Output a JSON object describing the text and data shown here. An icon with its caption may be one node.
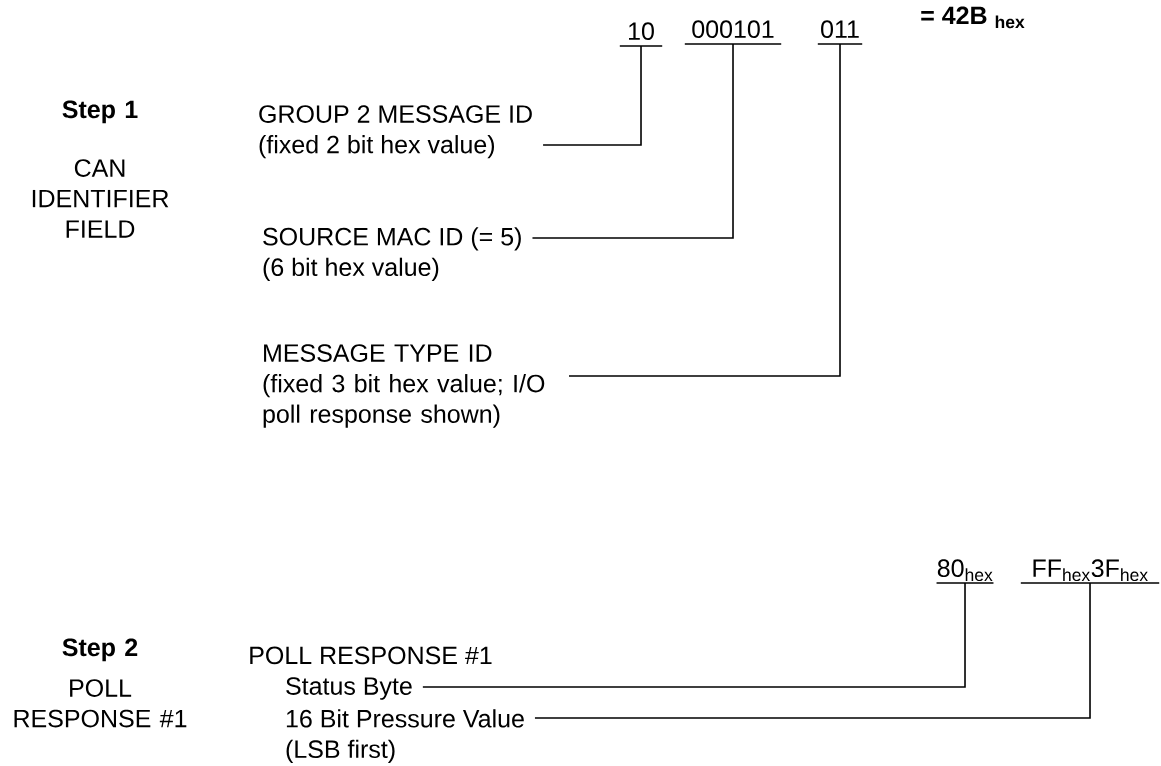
{
  "diagram": {
    "nodes": [
      {
        "text": [
          "10"
        ]
      },
      {
        "text": [
          "000101"
        ]
      },
      {
        "text": [
          "011"
        ]
      },
      {
        "text": [
          "GROUP 2 MESSAGE ID",
          "(fixed 2 bit hex value)"
        ]
      },
      {
        "text": [
          "SOURCE MAC ID (= 5)",
          "(6 bit hex value)"
        ]
      },
      {
        "text": [
          "MESSAGE TYPE ID",
          "(fixed 3 bit hex value; I/O poll response shown)"
        ]
      },
      {
        "text": [
          "80$_{hex}$"
        ]
      },
      {
        "text": [
          "FF$_{hex}$3F$_{hex}$"
        ]
      },
      {
        "text": [
          "Status Byte"
        ]
      },
      {
        "text": [
          "16 Bit Pressure Value",
          "(LSB first)"
        ]
      }
    ],
    "edges": [
      {
        "from": 3,
        "to": 0,
        "arrow": "none"
      },
      {
        "from": 4,
        "to": 1,
        "arrow": "none"
      },
      {
        "from": 5,
        "to": 2,
        "arrow": "none"
      },
      {
        "from": 8,
        "to": 6,
        "arrow": "none"
      },
      {
        "from": 9,
        "to": 7,
        "arrow": "none"
      }
    ],
    "labels": [
      "= 42B $_{hex}$",
      "Step 1",
      "CAN IDENTIFIER FIELD",
      "Step 2",
      "POLL RESPONSE #1",
      "POLL RESPONSE #1"
    ]
  }
}
